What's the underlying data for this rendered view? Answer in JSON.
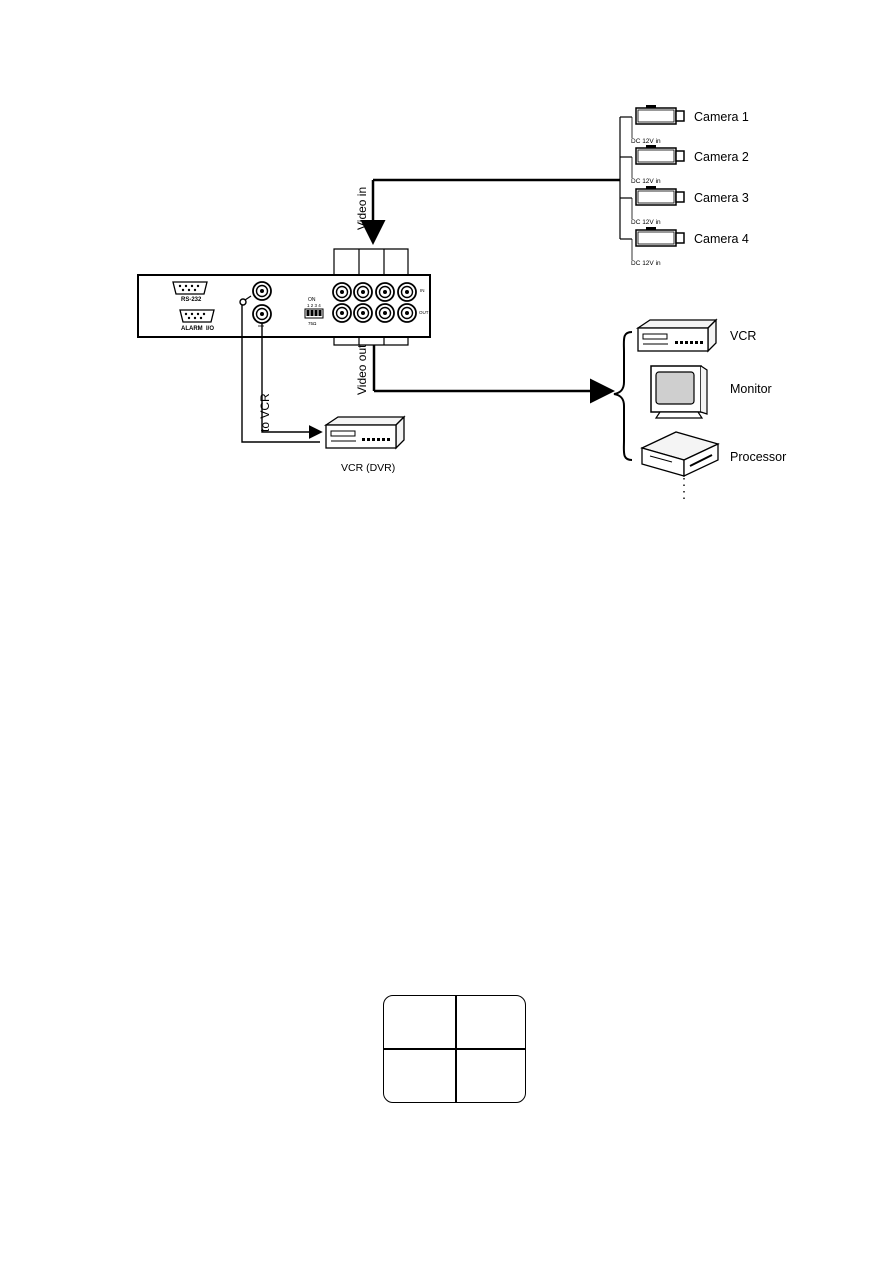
{
  "colors": {
    "ink": "#000000",
    "device_fill": "#f4f4f4",
    "screen": "#cfcfcf"
  },
  "cameras": [
    {
      "label": "Camera 1",
      "power": "DC 12V in",
      "icon": "camera-icon"
    },
    {
      "label": "Camera 2",
      "power": "DC 12V in",
      "icon": "camera-icon"
    },
    {
      "label": "Camera 3",
      "power": "DC 12V in",
      "icon": "camera-icon"
    },
    {
      "label": "Camera 4",
      "power": "DC 12V in",
      "icon": "camera-icon"
    }
  ],
  "unit": {
    "rs232": "RS-232",
    "alarm": "ALARM",
    "io": "I/O",
    "dip_title": "ON",
    "dip_numbers": "1 2 3 4",
    "dip_ohm": "75Ω",
    "in_label": "IN",
    "out_label": "OUT"
  },
  "wires": {
    "video_in": "Video in",
    "video_out": "Video out",
    "to_vcr": "to VCR"
  },
  "vcr_dvr": {
    "label": "VCR (DVR)",
    "icon": "vcr-icon"
  },
  "outputs": [
    {
      "label": "VCR",
      "icon": "vcr-icon"
    },
    {
      "label": "Monitor",
      "icon": "monitor-icon"
    },
    {
      "label": "Processor",
      "icon": "processor-icon"
    }
  ],
  "quad_layout": {
    "icon": "quad-split-screen-icon"
  }
}
